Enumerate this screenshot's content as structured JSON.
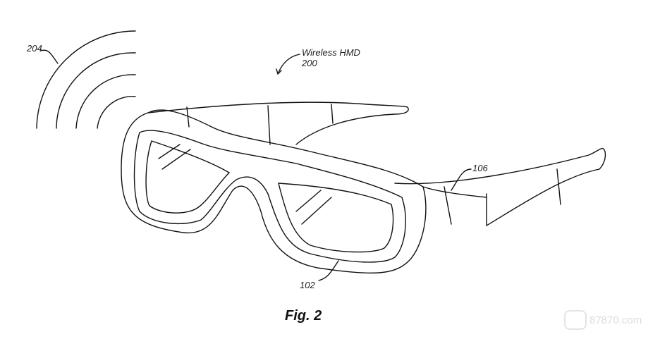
{
  "figure": {
    "title": "Fig. 2",
    "labels": {
      "signal": "204",
      "device_name": "Wireless HMD",
      "device_ref": "200",
      "lens": "102",
      "strap": "106"
    },
    "watermark": "87870.com"
  }
}
